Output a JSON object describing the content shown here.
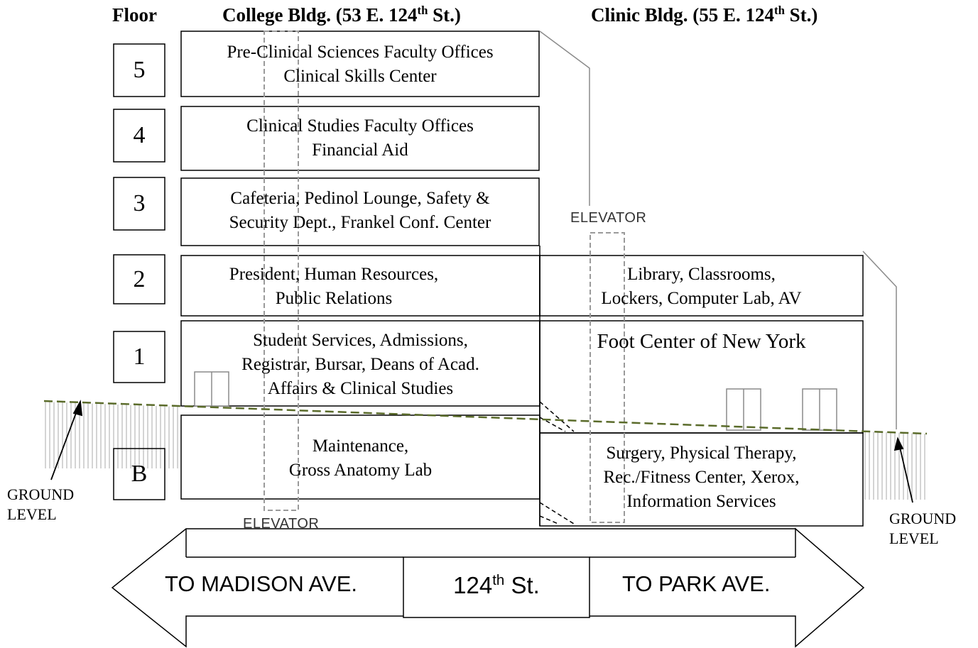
{
  "headers": {
    "floor": "Floor",
    "college": {
      "name": "College Bldg. (53 E. 124",
      "sup": "th",
      "end": " St.)"
    },
    "clinic": {
      "name": "Clinic Bldg. (55 E. 124",
      "sup": "th",
      "end": " St.)"
    }
  },
  "floors": [
    "5",
    "4",
    "3",
    "2",
    "1",
    "B"
  ],
  "college_rooms": [
    {
      "floor": "5",
      "lines": [
        "Pre-Clinical Sciences Faculty Offices",
        "Clinical Skills Center"
      ]
    },
    {
      "floor": "4",
      "lines": [
        "Clinical Studies Faculty Offices",
        "Financial Aid"
      ]
    },
    {
      "floor": "3",
      "lines": [
        "Cafeteria, Pedinol Lounge, Safety &",
        "Security Dept., Frankel Conf. Center"
      ]
    },
    {
      "floor": "2",
      "lines": [
        "President, Human Resources,",
        "Public Relations"
      ]
    },
    {
      "floor": "1",
      "lines": [
        "Student Services, Admissions,",
        "Registrar, Bursar, Deans of Acad.",
        "Affairs & Clinical Studies"
      ]
    },
    {
      "floor": "B",
      "lines": [
        "Maintenance,",
        "Gross Anatomy Lab"
      ]
    }
  ],
  "clinic_rooms": [
    {
      "floor": "2",
      "lines": [
        "Library, Classrooms,",
        "Lockers, Computer Lab, AV"
      ]
    },
    {
      "floor": "1",
      "lines": [
        "Foot Center of New York"
      ]
    },
    {
      "floor": "B",
      "lines": [
        "Surgery, Physical Therapy,",
        "Rec./Fitness Center, Xerox,",
        "Information Services"
      ]
    }
  ],
  "labels": {
    "elevator": "ELEVATOR",
    "ground_level_lines": [
      "GROUND",
      "LEVEL"
    ]
  },
  "street": {
    "left": "TO MADISON AVE.",
    "center": {
      "main": "124",
      "sup": "th",
      "end": " St."
    },
    "right": "TO PARK AVE."
  },
  "colors": {
    "ground_line": "#5a6b2a",
    "elevator_outline": "#9a9a9a",
    "leader_line": "#8a8a8a",
    "hatch": "#aaaaaa"
  }
}
